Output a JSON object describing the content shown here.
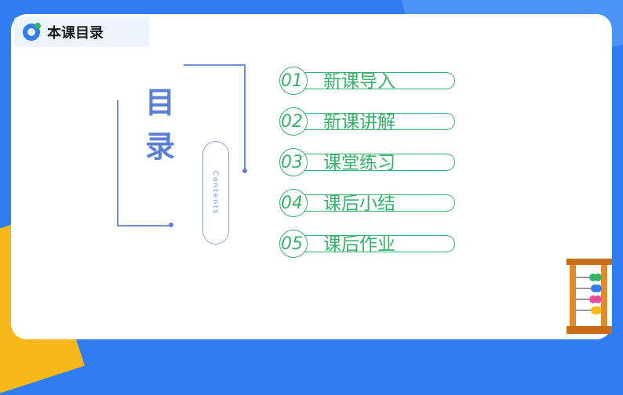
{
  "header": {
    "title": "本课目录",
    "logo_icon": "logo-icon"
  },
  "toc": {
    "title_chars": [
      "目",
      "录"
    ],
    "subtitle": "Contents",
    "items": [
      {
        "number": "01",
        "label": "新课导入"
      },
      {
        "number": "02",
        "label": "新课讲解"
      },
      {
        "number": "03",
        "label": "课堂练习"
      },
      {
        "number": "04",
        "label": "课后小结"
      },
      {
        "number": "05",
        "label": "课后作业"
      }
    ]
  },
  "colors": {
    "background_blue": "#2f7df0",
    "accent_green": "#35b36a",
    "title_blue": "#5b7fd6",
    "accent_yellow": "#f6b81a"
  },
  "decoration": {
    "abacus_icon": "abacus-icon"
  }
}
